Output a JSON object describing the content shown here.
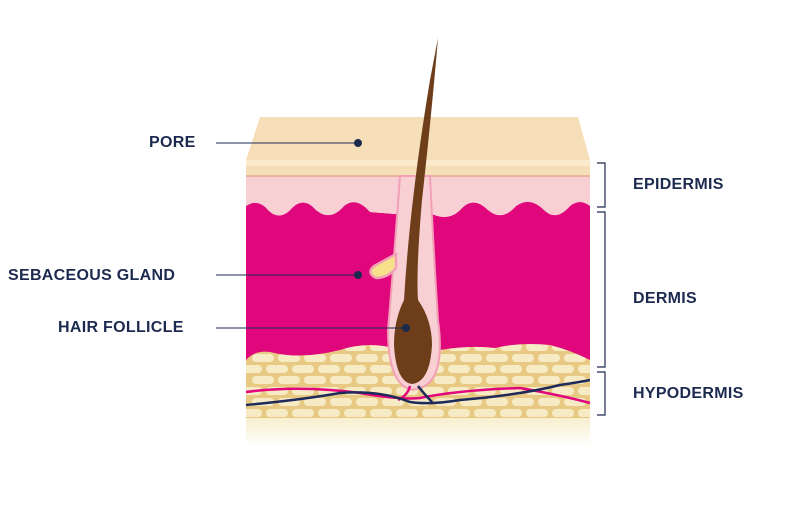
{
  "labels_left": [
    {
      "id": "pore",
      "text": "PORE"
    },
    {
      "id": "sebaceous-gland",
      "text": "SEBACEOUS GLAND"
    },
    {
      "id": "hair-follicle",
      "text": "HAIR FOLLICLE"
    }
  ],
  "labels_right": [
    {
      "id": "epidermis",
      "text": "EPIDERMIS"
    },
    {
      "id": "dermis",
      "text": "DERMIS"
    },
    {
      "id": "hypodermis",
      "text": "HYPODERMIS"
    }
  ],
  "colors": {
    "label_text": "#1d2a4f",
    "surface": "#f6dfb8",
    "epidermis": "#f8cfd2",
    "dermis": "#e0067c",
    "hypodermis_fat": "#f6ebc4",
    "hypodermis_bg": "#e7c984",
    "hair": "#6e3e1a",
    "vessel_red": "#e0067c",
    "vessel_blue": "#1d2a5a"
  }
}
